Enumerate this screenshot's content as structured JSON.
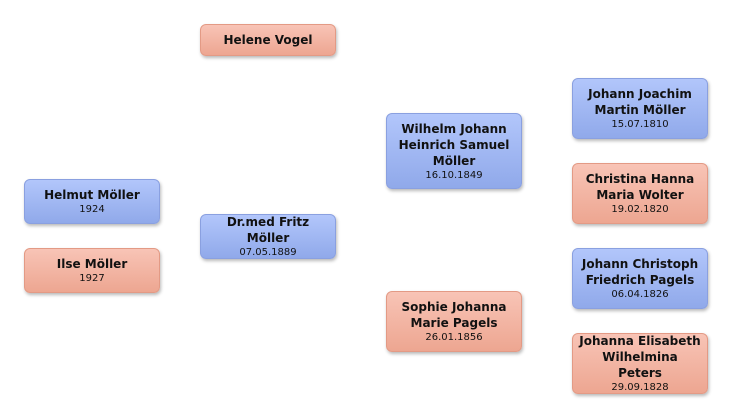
{
  "persons": {
    "helene_vogel": {
      "name": "Helene Vogel",
      "date": ""
    },
    "helmut": {
      "name": "Helmut Möller",
      "date": "1924"
    },
    "ilse": {
      "name": "Ilse Möller",
      "date": "1927"
    },
    "fritz": {
      "name": "Dr.med Fritz Möller",
      "date": "07.05.1889"
    },
    "wilhelm": {
      "name": "Wilhelm Johann Heinrich Samuel Möller",
      "date": "16.10.1849"
    },
    "sophie": {
      "name": "Sophie Johanna Marie Pagels",
      "date": "26.01.1856"
    },
    "johann_joachim": {
      "name": "Johann Joachim Martin Möller",
      "date": "15.07.1810"
    },
    "christina": {
      "name": "Christina Hanna Maria Wolter",
      "date": "19.02.1820"
    },
    "johann_christoph": {
      "name": "Johann Christoph Friedrich Pagels",
      "date": "06.04.1826"
    },
    "johanna": {
      "name": "Johanna Elisabeth Wilhelmina Peters",
      "date": "29.09.1828"
    }
  },
  "colors": {
    "male": "#9db4f0",
    "female": "#f2b29f"
  }
}
